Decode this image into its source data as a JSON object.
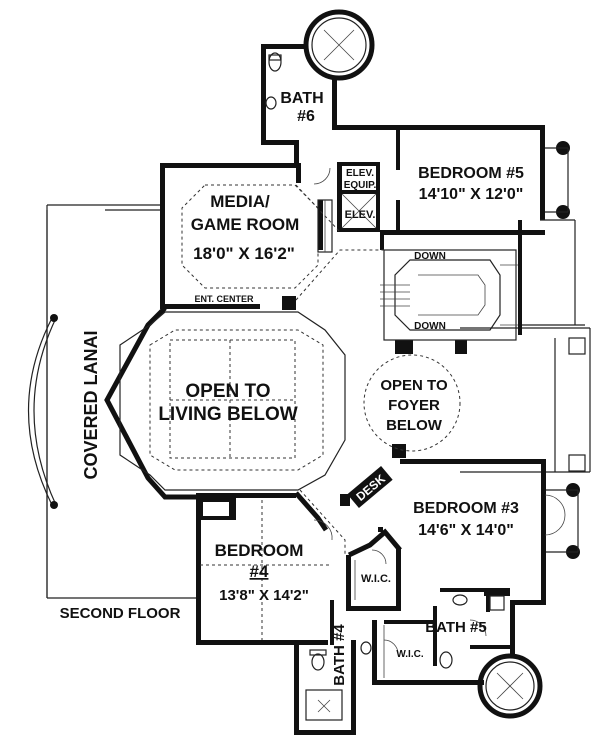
{
  "plan_title": "SECOND FLOOR",
  "rooms": {
    "bath6": {
      "name": "BATH",
      "num": "#6"
    },
    "media": {
      "line1": "MEDIA/",
      "line2": "GAME ROOM",
      "size": "18'0\" X 16'2\""
    },
    "ent_center": "ENT. CENTER",
    "elev_equip": {
      "line1": "ELEV.",
      "line2": "EQUIP."
    },
    "elev": "ELEV.",
    "bedroom5": {
      "name": "BEDROOM #5",
      "size": "14'10\" X 12'0\""
    },
    "stair": {
      "down1": "DOWN",
      "down2": "DOWN"
    },
    "lanai": "COVERED LANAI",
    "open_living": {
      "line1": "OPEN TO",
      "line2": "LIVING BELOW"
    },
    "open_foyer": {
      "line1": "OPEN TO",
      "line2": "FOYER",
      "line3": "BELOW"
    },
    "desk": "DESK",
    "bedroom3": {
      "name": "BEDROOM #3",
      "size": "14'6\" X 14'0\""
    },
    "bedroom4": {
      "name": "BEDROOM",
      "num": "#4",
      "size": "13'8\" X 14'2\""
    },
    "wic1": "W.I.C.",
    "wic2": "W.I.C.",
    "bath5": "BATH #5",
    "bath4": "BATH #4"
  }
}
